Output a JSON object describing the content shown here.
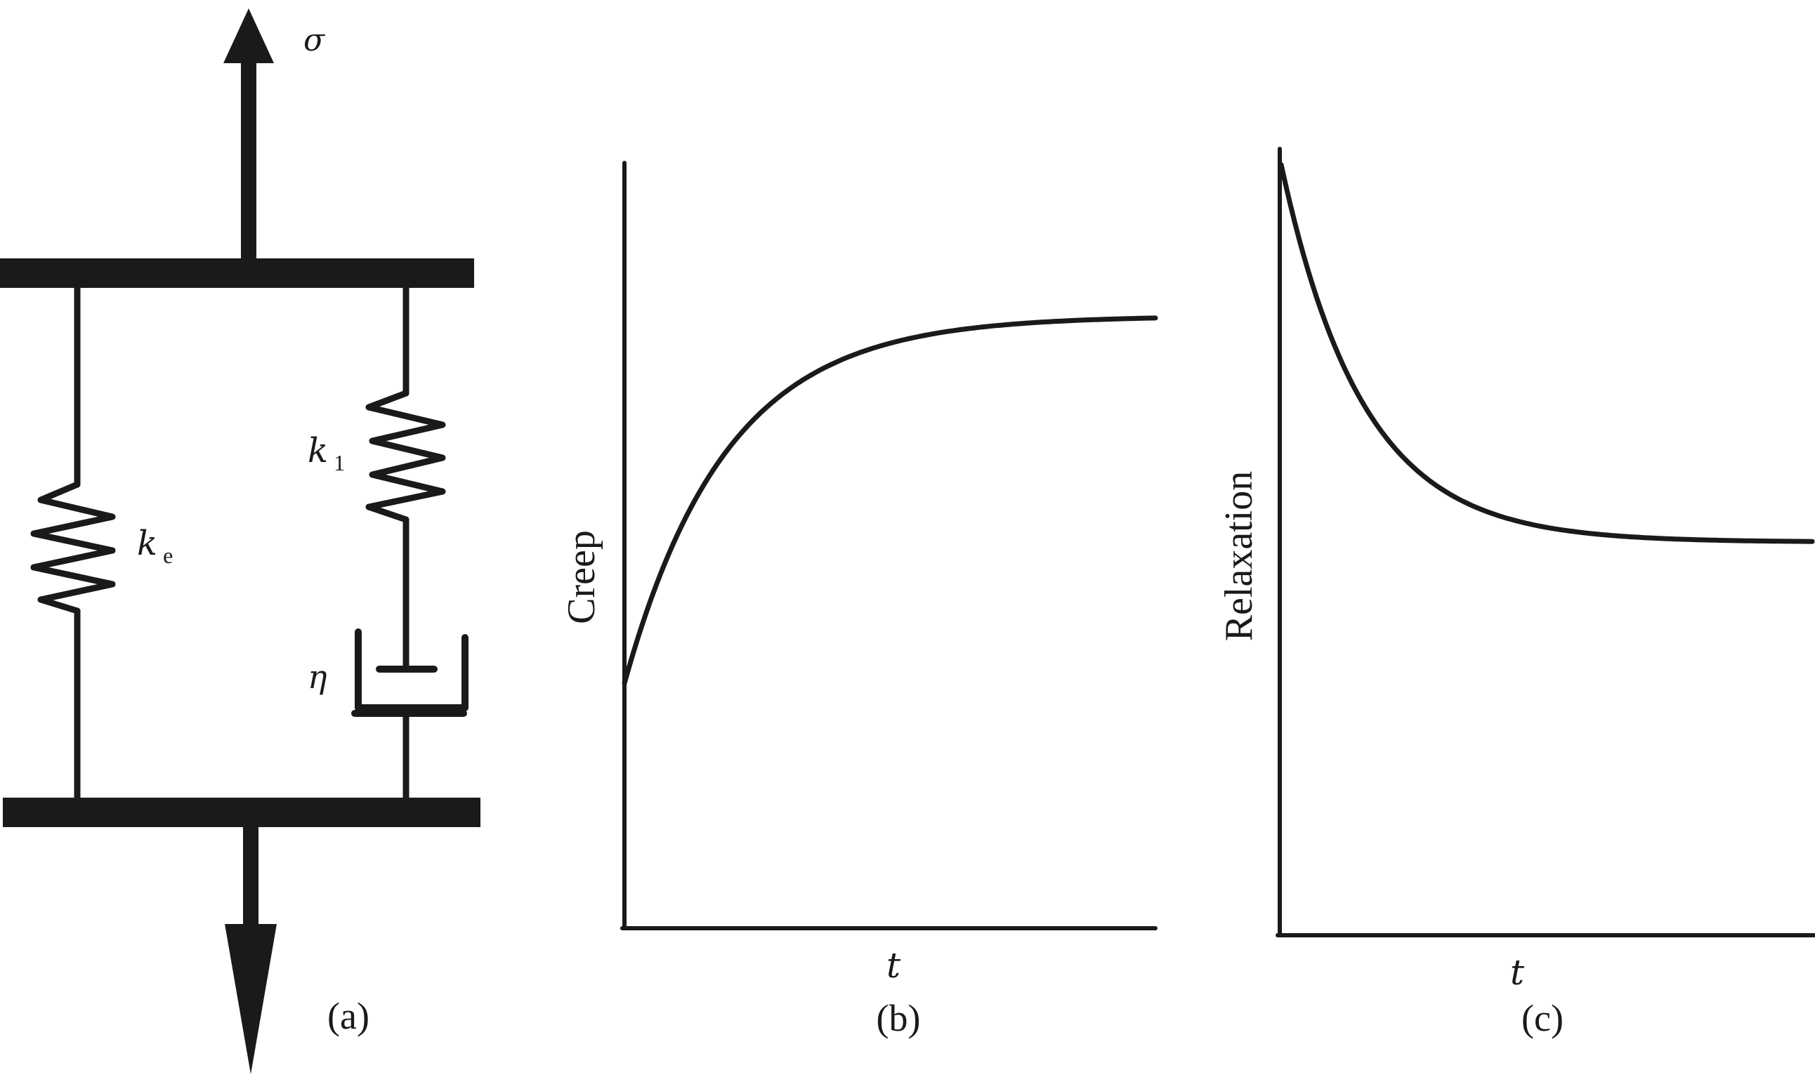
{
  "panel_a": {
    "caption": "(a)",
    "stress_label": "σ",
    "spring_e": {
      "symbol": "k",
      "subscript": "e"
    },
    "spring_1": {
      "symbol": "k",
      "subscript": "1"
    },
    "dashpot": {
      "symbol": "η"
    }
  },
  "panel_b": {
    "caption": "(b)",
    "ylabel": "Creep",
    "xlabel": "t"
  },
  "panel_c": {
    "caption": "(c)",
    "ylabel": "Relaxation",
    "xlabel": "t"
  },
  "chart_data": [
    {
      "type": "line",
      "ylabel": "Creep",
      "xlabel": "t",
      "curve": "exponential-rise",
      "initial_fraction": 0.32,
      "plateau_fraction": 0.8,
      "grid": false
    },
    {
      "type": "line",
      "ylabel": "Relaxation",
      "xlabel": "t",
      "curve": "exponential-decay",
      "initial_fraction": 0.98,
      "plateau_fraction": 0.5,
      "grid": false
    }
  ]
}
